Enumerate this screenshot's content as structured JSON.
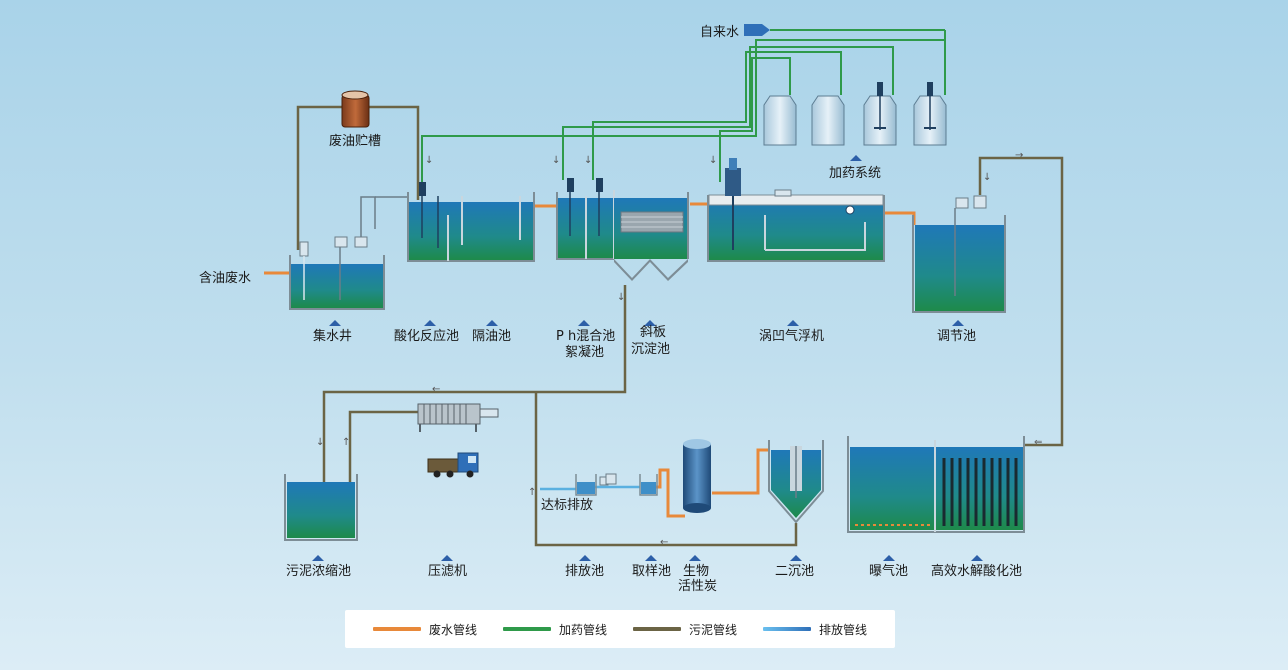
{
  "labels": {
    "tap_water": "自来水",
    "oil_tank": "废油贮槽",
    "oily_wastewater": "含油废水",
    "dosing_system": "加药系统",
    "collection_well": "集水井",
    "acidification_tank": "酸化反应池",
    "oil_separator": "隔油池",
    "ph_mix_line1": "P h混合池",
    "ph_mix_line2": "絮凝池",
    "inclined_line1": "斜板",
    "inclined_line2": "沉淀池",
    "flotation": "涡凹气浮机",
    "regulating_tank": "调节池",
    "sludge_thickener": "污泥浓缩池",
    "filter_press": "压滤机",
    "discharge_standard": "达标排放",
    "discharge_tank": "排放池",
    "sampling_tank": "取样池",
    "bio_carbon_line1": "生物",
    "bio_carbon_line2": "活性炭",
    "secondary_clarifier": "二沉池",
    "aeration_tank": "曝气池",
    "hydrolysis_tank": "高效水解酸化池"
  },
  "legend": [
    {
      "label": "废水管线",
      "color": "#e8893a"
    },
    {
      "label": "加药管线",
      "color": "#2f9a4a"
    },
    {
      "label": "污泥管线",
      "color": "#6b6445"
    },
    {
      "label": "排放管线",
      "color": "#2f86c8"
    }
  ]
}
